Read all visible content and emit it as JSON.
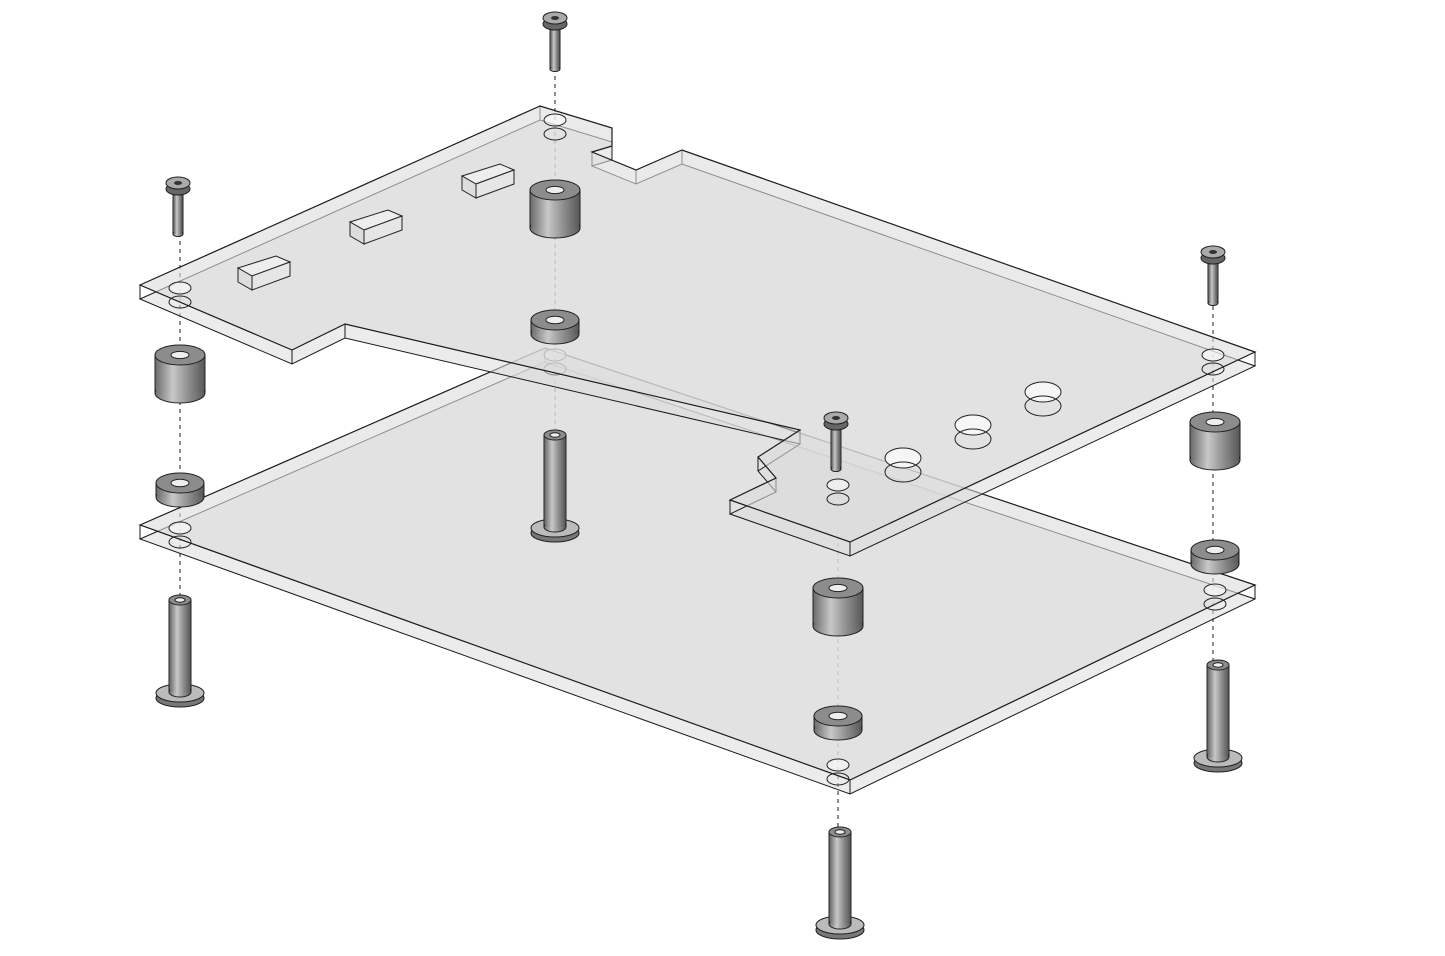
{
  "diagram": {
    "type": "exploded-assembly-view",
    "components": [
      "top-plate",
      "bottom-plate",
      "screws",
      "spacers",
      "washers",
      "standoff-bolts"
    ],
    "colors": {
      "plate_fill": "#dcdcdc",
      "plate_stroke": "#1a1a1a",
      "hardware_fill": "#9a9a9a",
      "hardware_dark": "#555555",
      "background": "#ffffff"
    }
  }
}
